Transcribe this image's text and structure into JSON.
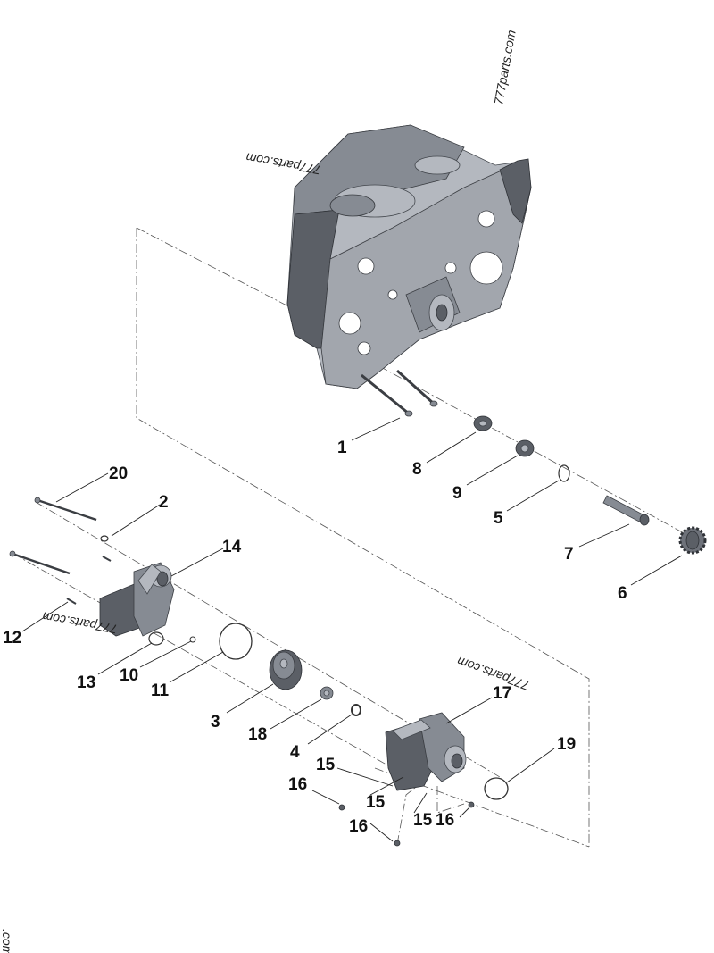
{
  "watermarks": {
    "top_right": "777parts.com",
    "block_label": "777parts.com",
    "left_label": "777parts.com",
    "right_label": "777parts.com",
    "bottom_left": ".com"
  },
  "callouts": [
    {
      "id": "c1",
      "label": "1"
    },
    {
      "id": "c8",
      "label": "8"
    },
    {
      "id": "c9",
      "label": "9"
    },
    {
      "id": "c5",
      "label": "5"
    },
    {
      "id": "c7",
      "label": "7"
    },
    {
      "id": "c6",
      "label": "6"
    },
    {
      "id": "c20",
      "label": "20"
    },
    {
      "id": "c2",
      "label": "2"
    },
    {
      "id": "c14",
      "label": "14"
    },
    {
      "id": "c12",
      "label": "12"
    },
    {
      "id": "c13",
      "label": "13"
    },
    {
      "id": "c10",
      "label": "10"
    },
    {
      "id": "c11",
      "label": "11"
    },
    {
      "id": "c3",
      "label": "3"
    },
    {
      "id": "c18",
      "label": "18"
    },
    {
      "id": "c4",
      "label": "4"
    },
    {
      "id": "c17",
      "label": "17"
    },
    {
      "id": "c19",
      "label": "19"
    },
    {
      "id": "c15a",
      "label": "15"
    },
    {
      "id": "c15b",
      "label": "15"
    },
    {
      "id": "c15c",
      "label": "15"
    },
    {
      "id": "c16a",
      "label": "16"
    },
    {
      "id": "c16b",
      "label": "16"
    },
    {
      "id": "c16c",
      "label": "16"
    }
  ]
}
